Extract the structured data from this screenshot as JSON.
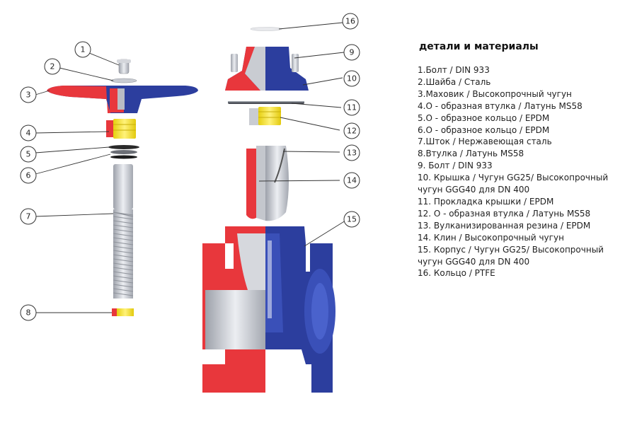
{
  "legend": {
    "title": "детали и материалы",
    "items": [
      "1.Болт / DIN 933",
      "2.Шайба / Сталь",
      "3.Маховик / Высокопрочный чугун",
      "4.О - образная втулка / Латунь MS58",
      "5.О - образное кольцо / EPDM",
      "6.О - образное кольцо / EPDM",
      "7.Шток / Нержавеющая сталь",
      "8.Втулка / Латунь MS58",
      "9. Болт / DIN 933",
      "10. Крышка / Чугун GG25/ Высокопрочный\nчугун GGG40 для DN 400",
      "11. Прокладка крышки / EPDM",
      "12. О - образная втулка / Латунь MS58",
      "13. Вулканизированная резина / EPDM",
      "14. Клин / Высокопрочный чугун",
      "15. Корпус / Чугун GG25/ Высокопрочный\nчугун GGG40 для DN 400",
      "16. Кольцо / PTFE"
    ]
  },
  "callouts": [
    "1",
    "2",
    "3",
    "4",
    "5",
    "6",
    "7",
    "8",
    "9",
    "10",
    "11",
    "12",
    "13",
    "14",
    "15",
    "16"
  ],
  "colors": {
    "blue": "#2c3e9e",
    "red": "#e8373c",
    "yellow": "#f4e11c",
    "steel": "#b9bcc4",
    "callout_line": "#333333"
  }
}
